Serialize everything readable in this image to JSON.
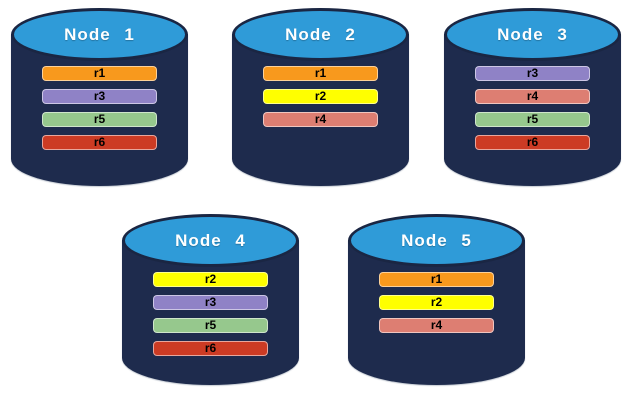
{
  "canvas": {
    "background": "#FFFFFF"
  },
  "colors": {
    "cylinder_body": "#1E2B4D",
    "cylinder_top_fill": "#2F9BD8",
    "cylinder_outline": "#1A2643",
    "node_label_text": "#FFFFFF",
    "replica_label_text": "#000000",
    "replica_r1": "#F8991D",
    "replica_r2": "#FFFF00",
    "replica_r3": "#8F82C6",
    "replica_r4": "#DD7E72",
    "replica_r5": "#96C88D",
    "replica_r6": "#CC3B24"
  },
  "nodes": [
    {
      "label": "Node 1",
      "replicas": [
        {
          "id": "r1",
          "color": "#F8991D"
        },
        {
          "id": "r3",
          "color": "#8F82C6"
        },
        {
          "id": "r5",
          "color": "#96C88D"
        },
        {
          "id": "r6",
          "color": "#CC3B24"
        }
      ]
    },
    {
      "label": "Node 2",
      "replicas": [
        {
          "id": "r1",
          "color": "#F8991D"
        },
        {
          "id": "r2",
          "color": "#FFFF00"
        },
        {
          "id": "r4",
          "color": "#DD7E72"
        }
      ]
    },
    {
      "label": "Node 3",
      "replicas": [
        {
          "id": "r3",
          "color": "#8F82C6"
        },
        {
          "id": "r4",
          "color": "#DD7E72"
        },
        {
          "id": "r5",
          "color": "#96C88D"
        },
        {
          "id": "r6",
          "color": "#CC3B24"
        }
      ]
    },
    {
      "label": "Node 4",
      "replicas": [
        {
          "id": "r2",
          "color": "#FFFF00"
        },
        {
          "id": "r3",
          "color": "#8F82C6"
        },
        {
          "id": "r5",
          "color": "#96C88D"
        },
        {
          "id": "r6",
          "color": "#CC3B24"
        }
      ]
    },
    {
      "label": "Node 5",
      "replicas": [
        {
          "id": "r1",
          "color": "#F8991D"
        },
        {
          "id": "r2",
          "color": "#FFFF00"
        },
        {
          "id": "r4",
          "color": "#DD7E72"
        }
      ]
    }
  ]
}
